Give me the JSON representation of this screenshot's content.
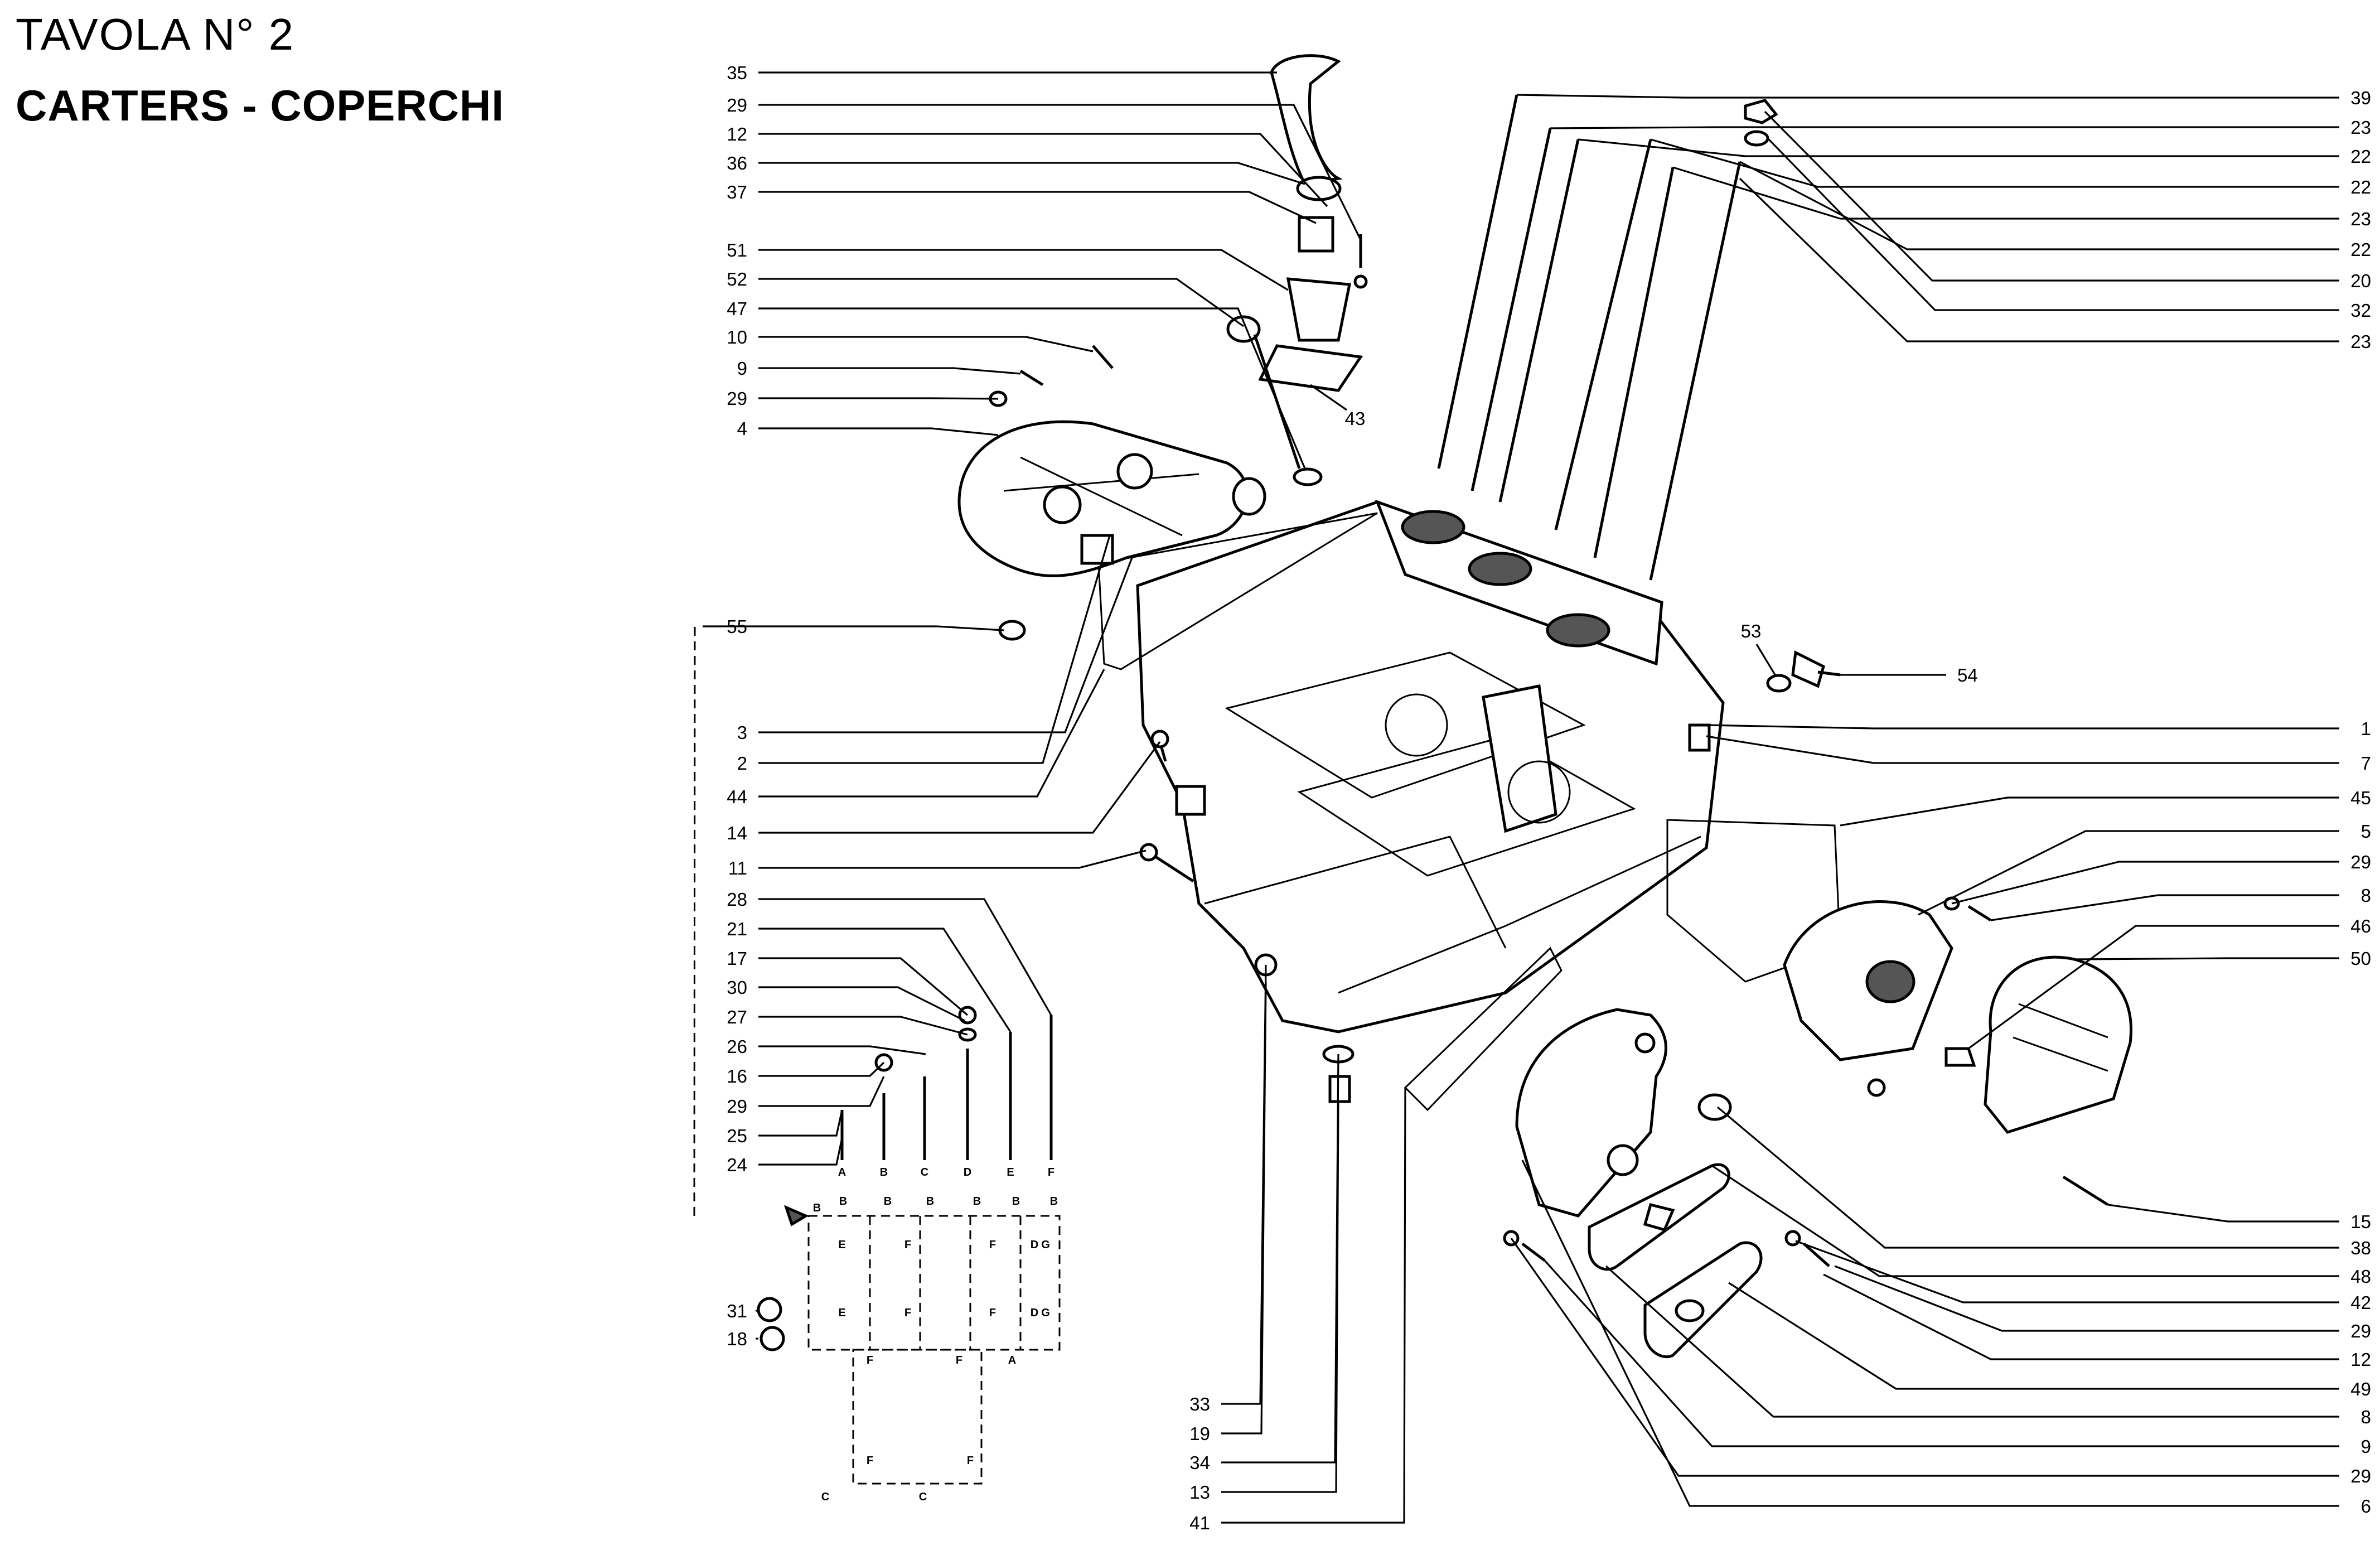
{
  "header": {
    "title": "TAVOLA N° 2",
    "subtitle": "CARTERS - COPERCHI"
  },
  "callouts_left": [
    "35",
    "29",
    "12",
    "36",
    "37",
    "51",
    "52",
    "47",
    "10",
    "9",
    "29",
    "4",
    "55",
    "3",
    "2",
    "44",
    "14",
    "11",
    "28",
    "21",
    "17",
    "30",
    "27",
    "26",
    "16",
    "29",
    "25",
    "24",
    "31",
    "18"
  ],
  "callouts_right": [
    "39",
    "23",
    "22",
    "22",
    "23",
    "22",
    "20",
    "32",
    "23",
    "53",
    "54",
    "1",
    "7",
    "45",
    "5",
    "29",
    "8",
    "46",
    "50",
    "15",
    "38",
    "48",
    "42",
    "29",
    "12",
    "49",
    "8",
    "9",
    "29",
    "6"
  ],
  "callouts_bottom": [
    "33",
    "19",
    "34",
    "13",
    "41"
  ],
  "callout_43": "43",
  "stud_letters": [
    "A",
    "B",
    "C",
    "D",
    "E",
    "F"
  ],
  "plan_letters": {
    "top": [
      "B",
      "B",
      "B",
      "B",
      "B",
      "B"
    ],
    "row1": [
      "E",
      "F",
      "F",
      "D",
      "G"
    ],
    "row2": [
      "E",
      "F",
      "F",
      "D",
      "G"
    ],
    "row3": [
      "F",
      "F",
      "A"
    ],
    "row4": [
      "F",
      "F"
    ],
    "bottom": [
      "C",
      "C"
    ],
    "left": "B"
  }
}
